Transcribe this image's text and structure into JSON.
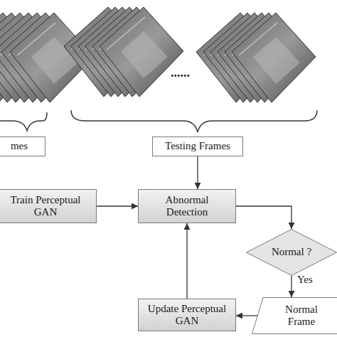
{
  "diagram": {
    "nodes": [
      {
        "text": [
          "mes"
        ]
      },
      {
        "text": [
          "Testing Frames"
        ]
      },
      {
        "text": [
          "Train Perceptual GAN"
        ]
      },
      {
        "text": [
          "Abnormal Detection"
        ]
      },
      {
        "text": [
          "Normal ?"
        ]
      },
      {
        "text": [
          "Normal Frame"
        ]
      },
      {
        "text": [
          "Update Perceptual GAN"
        ]
      }
    ],
    "edges": [
      {
        "from": 1,
        "to": 3,
        "arrow": "to"
      },
      {
        "from": 2,
        "to": 3,
        "arrow": "to"
      },
      {
        "from": 3,
        "to": 4,
        "arrow": "to"
      },
      {
        "from": 4,
        "to": 5,
        "label": "Yes",
        "arrow": "to"
      },
      {
        "from": 5,
        "to": 6,
        "arrow": "to"
      },
      {
        "from": 6,
        "to": 3,
        "arrow": "to"
      }
    ],
    "labels": [
      "......"
    ]
  }
}
